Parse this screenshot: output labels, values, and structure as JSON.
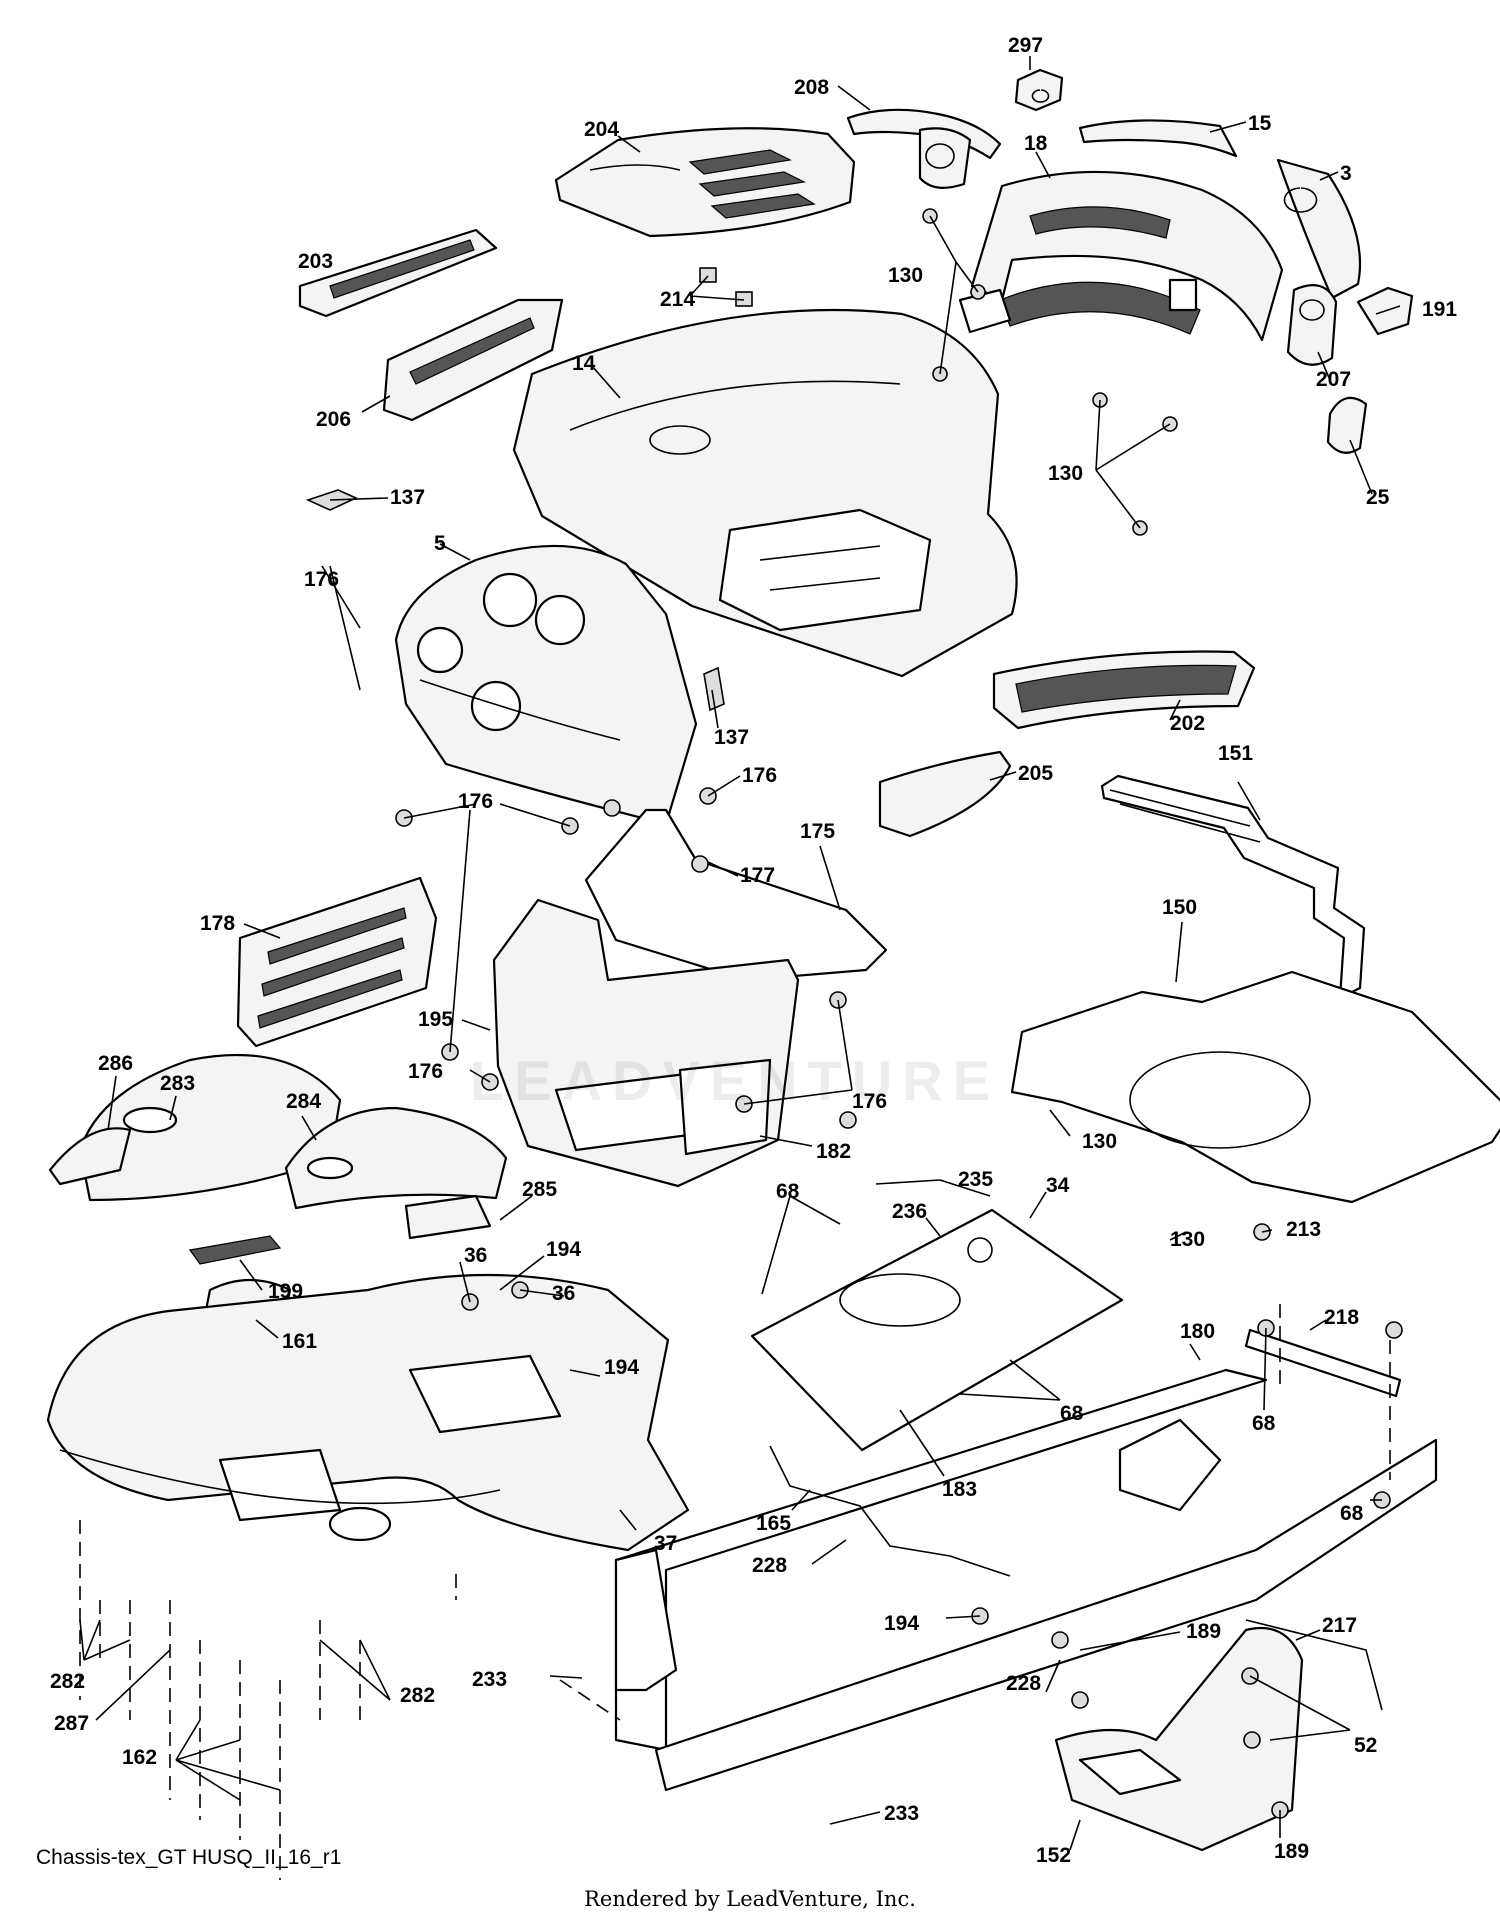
{
  "diagram": {
    "drawing_id": "Chassis-tex_GT HUSQ_II_16_r1",
    "credit": "Rendered by LeadVenture, Inc.",
    "watermark": "LEADVENTURE",
    "callouts": [
      {
        "id": "c297",
        "text": "297"
      },
      {
        "id": "c208",
        "text": "208"
      },
      {
        "id": "c15",
        "text": "15"
      },
      {
        "id": "c204",
        "text": "204"
      },
      {
        "id": "c18",
        "text": "18"
      },
      {
        "id": "c3",
        "text": "3"
      },
      {
        "id": "c130a",
        "text": "130"
      },
      {
        "id": "c203",
        "text": "203"
      },
      {
        "id": "c214",
        "text": "214"
      },
      {
        "id": "c191",
        "text": "191"
      },
      {
        "id": "c14",
        "text": "14"
      },
      {
        "id": "c207",
        "text": "207"
      },
      {
        "id": "c206",
        "text": "206"
      },
      {
        "id": "c130b",
        "text": "130"
      },
      {
        "id": "c137a",
        "text": "137"
      },
      {
        "id": "c25",
        "text": "25"
      },
      {
        "id": "c5",
        "text": "5"
      },
      {
        "id": "c176a",
        "text": "176"
      },
      {
        "id": "c137b",
        "text": "137"
      },
      {
        "id": "c202",
        "text": "202"
      },
      {
        "id": "c176b",
        "text": "176"
      },
      {
        "id": "c205",
        "text": "205"
      },
      {
        "id": "c151",
        "text": "151"
      },
      {
        "id": "c176c",
        "text": "176"
      },
      {
        "id": "c175",
        "text": "175"
      },
      {
        "id": "c177",
        "text": "177"
      },
      {
        "id": "c150",
        "text": "150"
      },
      {
        "id": "c178",
        "text": "178"
      },
      {
        "id": "c195",
        "text": "195"
      },
      {
        "id": "c176d",
        "text": "176"
      },
      {
        "id": "c176e",
        "text": "176"
      },
      {
        "id": "c286",
        "text": "286"
      },
      {
        "id": "c283",
        "text": "283"
      },
      {
        "id": "c284",
        "text": "284"
      },
      {
        "id": "c130c",
        "text": "130"
      },
      {
        "id": "c182",
        "text": "182"
      },
      {
        "id": "c235",
        "text": "235"
      },
      {
        "id": "c34",
        "text": "34"
      },
      {
        "id": "c68a",
        "text": "68"
      },
      {
        "id": "c285",
        "text": "285"
      },
      {
        "id": "c236",
        "text": "236"
      },
      {
        "id": "c130d",
        "text": "130"
      },
      {
        "id": "c213",
        "text": "213"
      },
      {
        "id": "c36a",
        "text": "36"
      },
      {
        "id": "c194a",
        "text": "194"
      },
      {
        "id": "c199",
        "text": "199"
      },
      {
        "id": "c36b",
        "text": "36"
      },
      {
        "id": "c218",
        "text": "218"
      },
      {
        "id": "c161",
        "text": "161"
      },
      {
        "id": "c180",
        "text": "180"
      },
      {
        "id": "c194b",
        "text": "194"
      },
      {
        "id": "c68b",
        "text": "68"
      },
      {
        "id": "c68c",
        "text": "68"
      },
      {
        "id": "c183",
        "text": "183"
      },
      {
        "id": "c68d",
        "text": "68"
      },
      {
        "id": "c165",
        "text": "165"
      },
      {
        "id": "c37",
        "text": "37"
      },
      {
        "id": "c228a",
        "text": "228"
      },
      {
        "id": "c217",
        "text": "217"
      },
      {
        "id": "c194c",
        "text": "194"
      },
      {
        "id": "c189a",
        "text": "189"
      },
      {
        "id": "c282a",
        "text": "282"
      },
      {
        "id": "c233a",
        "text": "233"
      },
      {
        "id": "c228b",
        "text": "228"
      },
      {
        "id": "c287",
        "text": "287"
      },
      {
        "id": "c282b",
        "text": "282"
      },
      {
        "id": "c162",
        "text": "162"
      },
      {
        "id": "c52",
        "text": "52"
      },
      {
        "id": "c233b",
        "text": "233"
      },
      {
        "id": "c189b",
        "text": "189"
      },
      {
        "id": "c152",
        "text": "152"
      }
    ]
  }
}
